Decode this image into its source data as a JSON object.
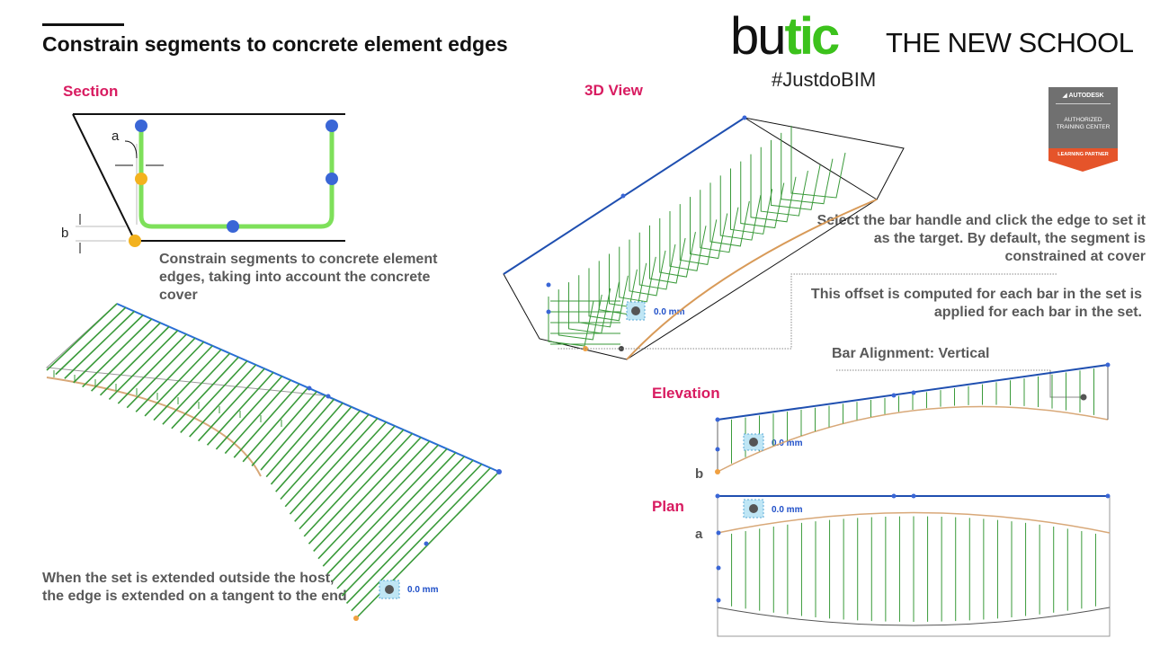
{
  "title": "Constrain segments to concrete element edges",
  "logo": {
    "bu": "bu",
    "tic": "tic",
    "tagline": "THE NEW SCHOOL",
    "hashtag": "#JustdoBIM"
  },
  "badge": {
    "brand": "AUTODESK",
    "line1": "AUTHORIZED",
    "line2": "TRAINING CENTER",
    "partner": "LEARNING PARTNER"
  },
  "labels": {
    "section": "Section",
    "view3d": "3D View",
    "elevation": "Elevation",
    "plan": "Plan"
  },
  "dims": {
    "a": "a",
    "b": "b"
  },
  "notes": {
    "section": "Constrain segments to concrete element edges, taking into account the concrete cover",
    "select": "Select the bar handle and click the edge to set it as the target. By default, the segment is constrained at cover",
    "offset": "This offset is computed for each bar in the set is applied for each bar in the set.",
    "alignment": "Bar Alignment:  Vertical",
    "extended": "When the set is extended outside the host, the edge is extended on a tangent to the end"
  },
  "value_label": "0.0 mm",
  "colors": {
    "accent": "#d81b60",
    "rebar": "#3a9a3a",
    "edge": "#2a6fd6",
    "curve": "#d8a878",
    "handle": "#3a66d6",
    "handle_orange": "#f3b21e"
  }
}
